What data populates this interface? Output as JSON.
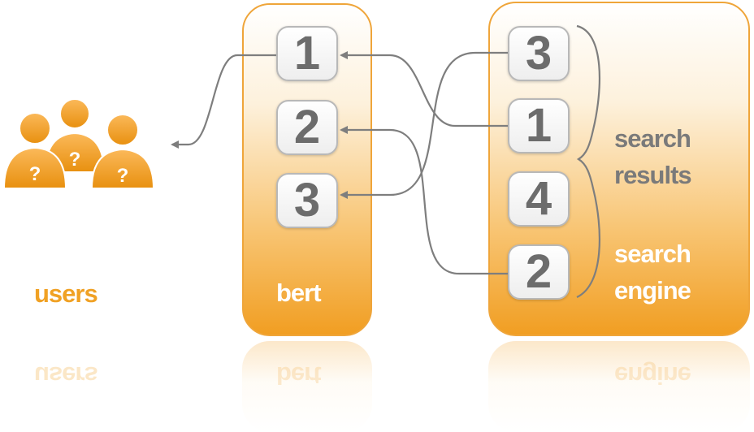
{
  "users": {
    "label": "users"
  },
  "bert": {
    "label": "bert",
    "cards": [
      "1",
      "2",
      "3"
    ]
  },
  "engine": {
    "cards": [
      "3",
      "1",
      "4",
      "2"
    ],
    "results_label": [
      "search",
      "results"
    ],
    "engine_label": [
      "search",
      "engine"
    ]
  },
  "people": {
    "glyph": "?"
  },
  "colors": {
    "accent": "#f0a124",
    "panel_border": "#efa53a",
    "arrow": "#7e7e7e",
    "card_text": "#6c6c6c",
    "grey_label": "#7a7a7a"
  }
}
